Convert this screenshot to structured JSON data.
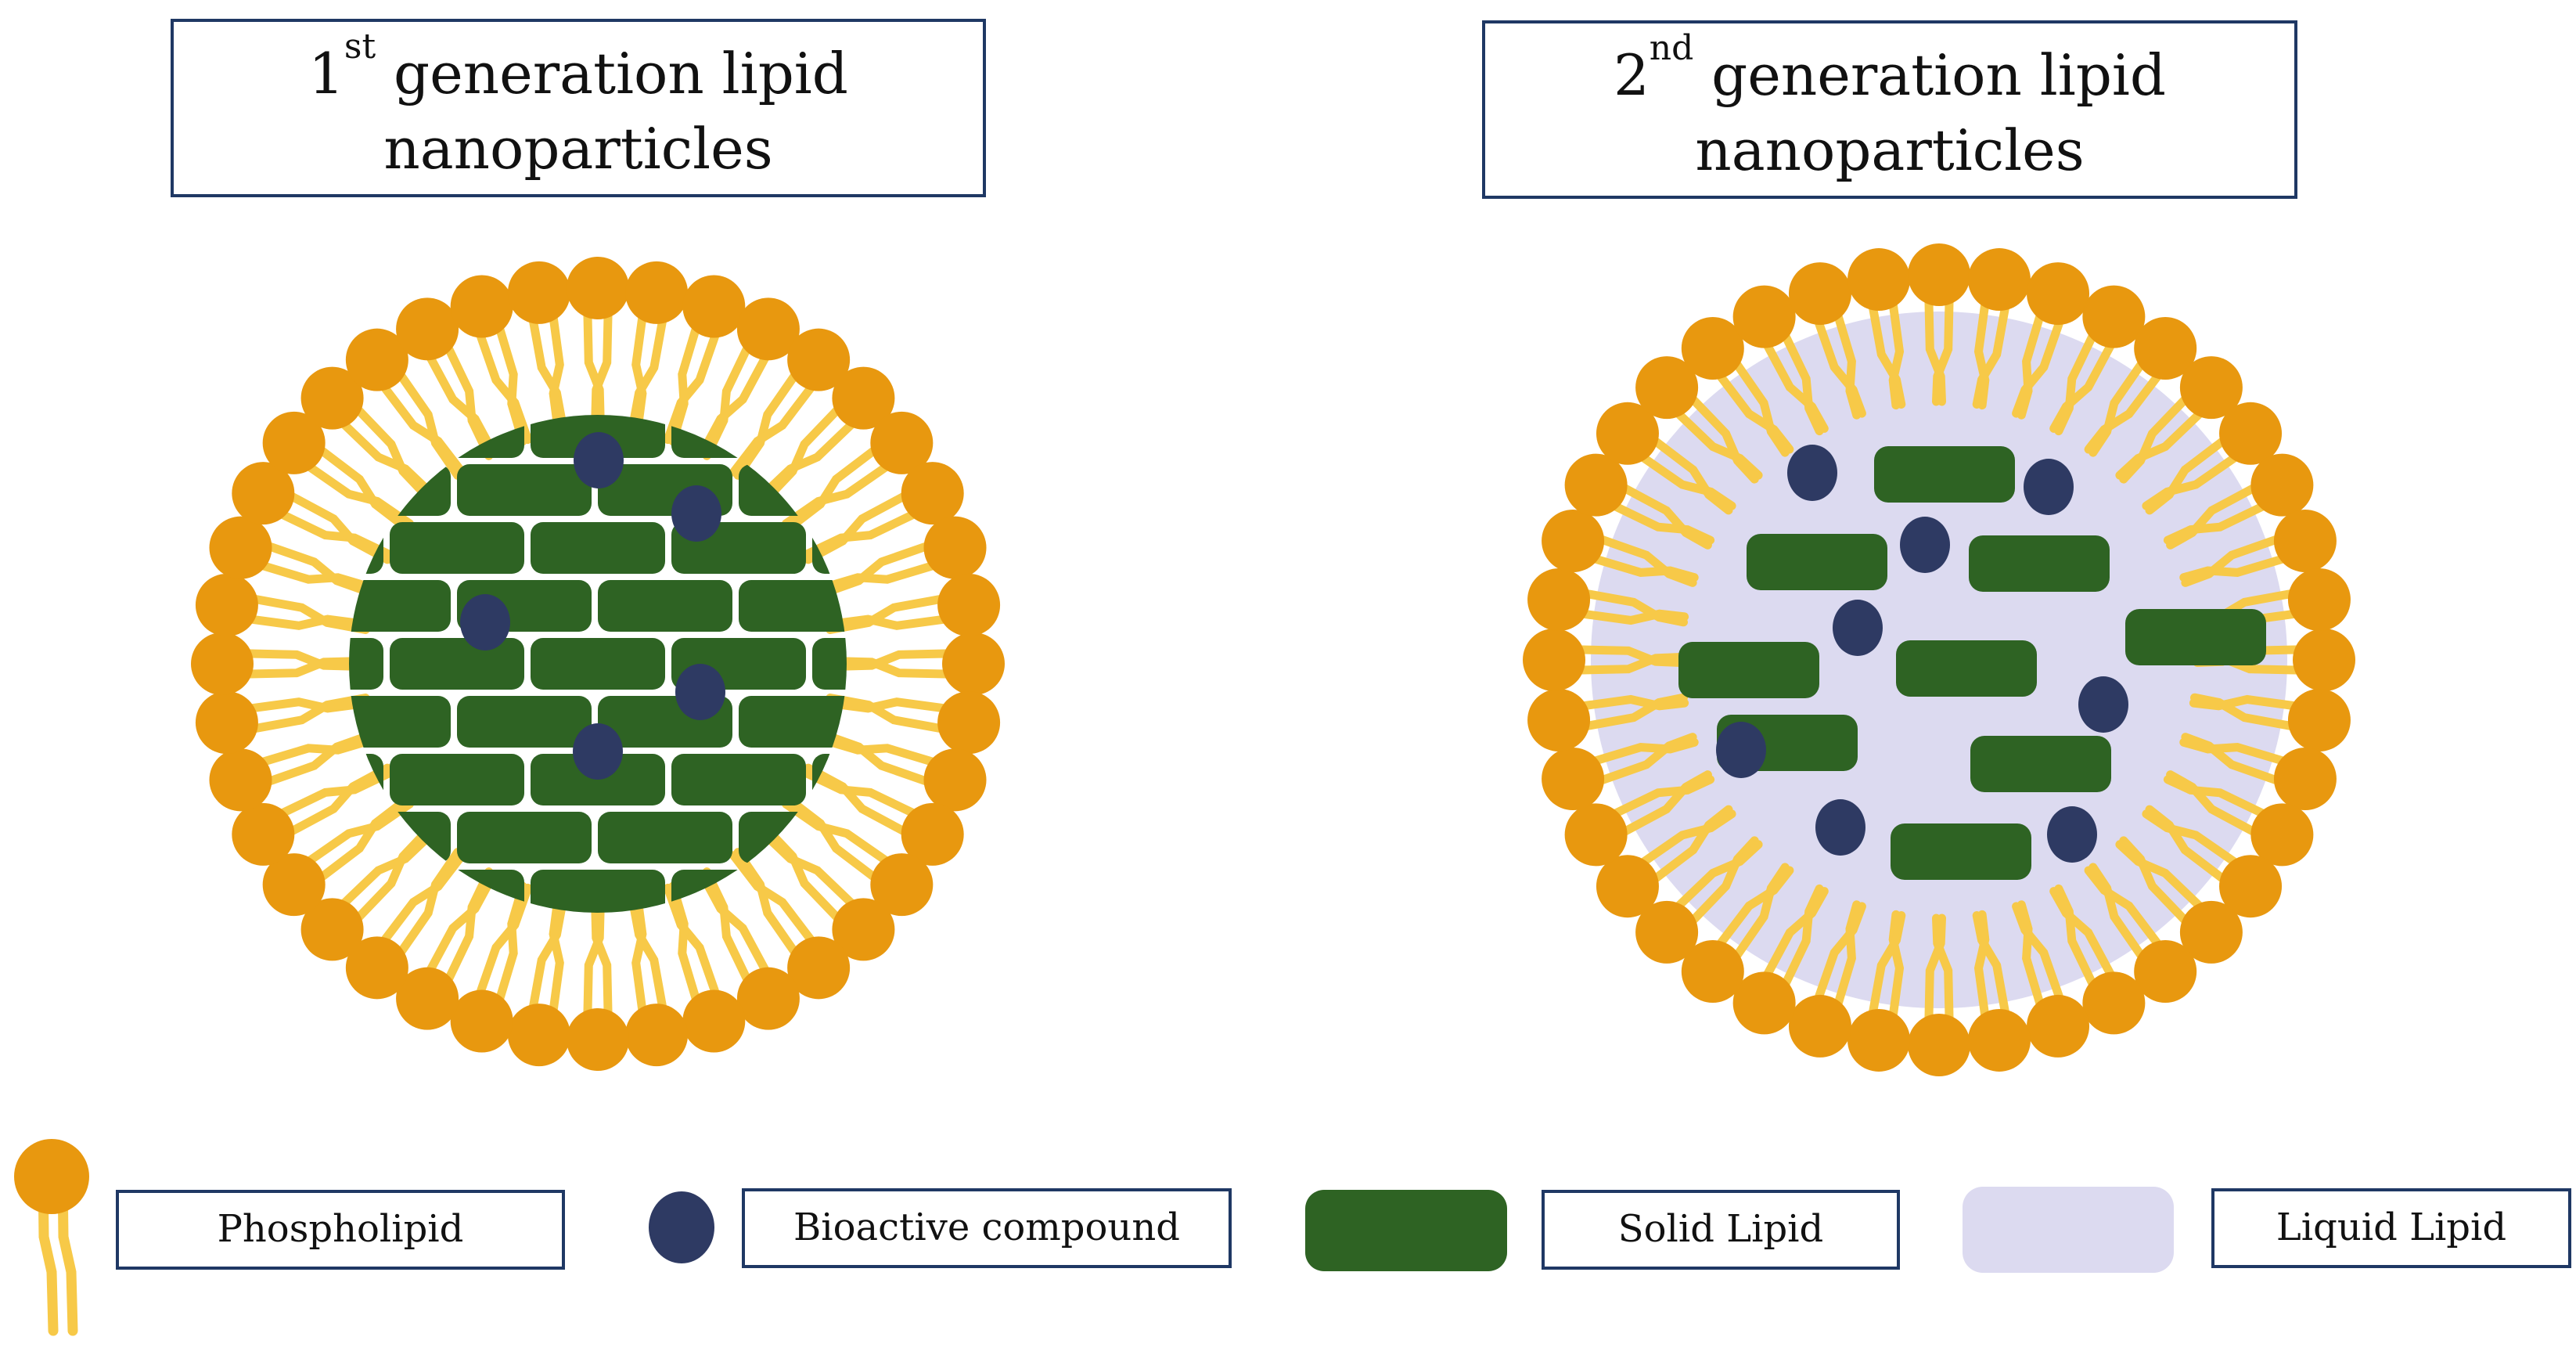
{
  "titles": {
    "first": {
      "ordinal": "1",
      "suffix": "st",
      "line1": "generation lipid",
      "line2": "nanoparticles"
    },
    "second": {
      "ordinal": "2",
      "suffix": "nd",
      "line1": "generation lipid",
      "line2": "nanoparticles"
    }
  },
  "legend": {
    "phospholipid": "Phospholipid",
    "bioactive": "Bioactive compound",
    "solid_lipid": "Solid Lipid",
    "liquid_lipid": "Liquid Lipid"
  },
  "colors": {
    "phospholipid_head": "#e8980f",
    "phospholipid_tail": "#f7c948",
    "bioactive": "#2e3a63",
    "solid_lipid": "#2e6323",
    "liquid_lipid": "#dcdaf0",
    "box_border": "#1f3864"
  }
}
